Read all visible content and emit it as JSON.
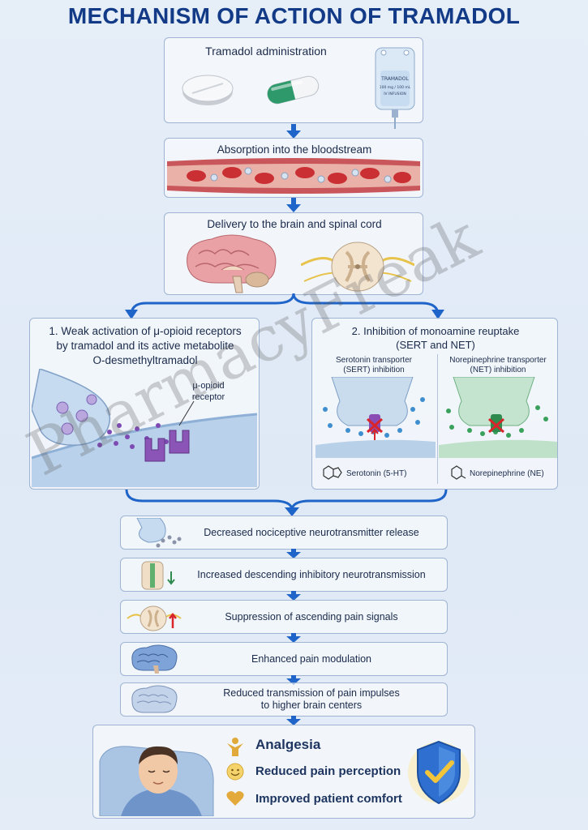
{
  "title": "MECHANISM OF ACTION OF TRAMADOL",
  "administration": {
    "label": "Tramadol administration",
    "iv_bag_title": "TRAMADOL",
    "iv_bag_sub1": "100 mg / 100 mL",
    "iv_bag_sub2": "IV INFUSION"
  },
  "absorption": {
    "label": "Absorption into the bloodstream"
  },
  "delivery": {
    "label": "Delivery to the brain and spinal cord"
  },
  "branch1": {
    "line1": "1. Weak activation of μ-opioid receptors",
    "line2": "by tramadol and its active metabolite",
    "line3": "O-desmethyltramadol",
    "receptor_l1": "μ-opioid",
    "receptor_l2": "receptor"
  },
  "branch2": {
    "line1": "2.  Inhibition of monoamine reuptake",
    "line2": "(SERT and NET)",
    "sert_l1": "Serotonin transporter",
    "sert_l2": "(SERT) inhibition",
    "sert_mol": "Serotonin (5-HT)",
    "net_l1": "Norepinephrine transporter",
    "net_l2": "(NET) inhibition",
    "net_mol": "Norepinephrine (NE)"
  },
  "steps": [
    {
      "l1": "Decreased nociceptive neurotransmitter release",
      "l2": ""
    },
    {
      "l1": "Increased descending inhibitory neurotransmission",
      "l2": ""
    },
    {
      "l1": "Suppression of ascending pain signals",
      "l2": ""
    },
    {
      "l1": "Enhanced pain modulation",
      "l2": ""
    },
    {
      "l1": "Reduced transmission of pain impulses",
      "l2": "to higher brain centers"
    }
  ],
  "outcomes": [
    {
      "label": "Analgesia",
      "icon": "person-icon"
    },
    {
      "label": "Reduced pain perception",
      "icon": "smiley-icon"
    },
    {
      "label": "Improved patient comfort",
      "icon": "heart-icon"
    }
  ],
  "watermark": "PharmacyFreak",
  "colors": {
    "title": "#123a86",
    "arrow": "#1f64c8",
    "box_border": "#9fb4d3"
  }
}
